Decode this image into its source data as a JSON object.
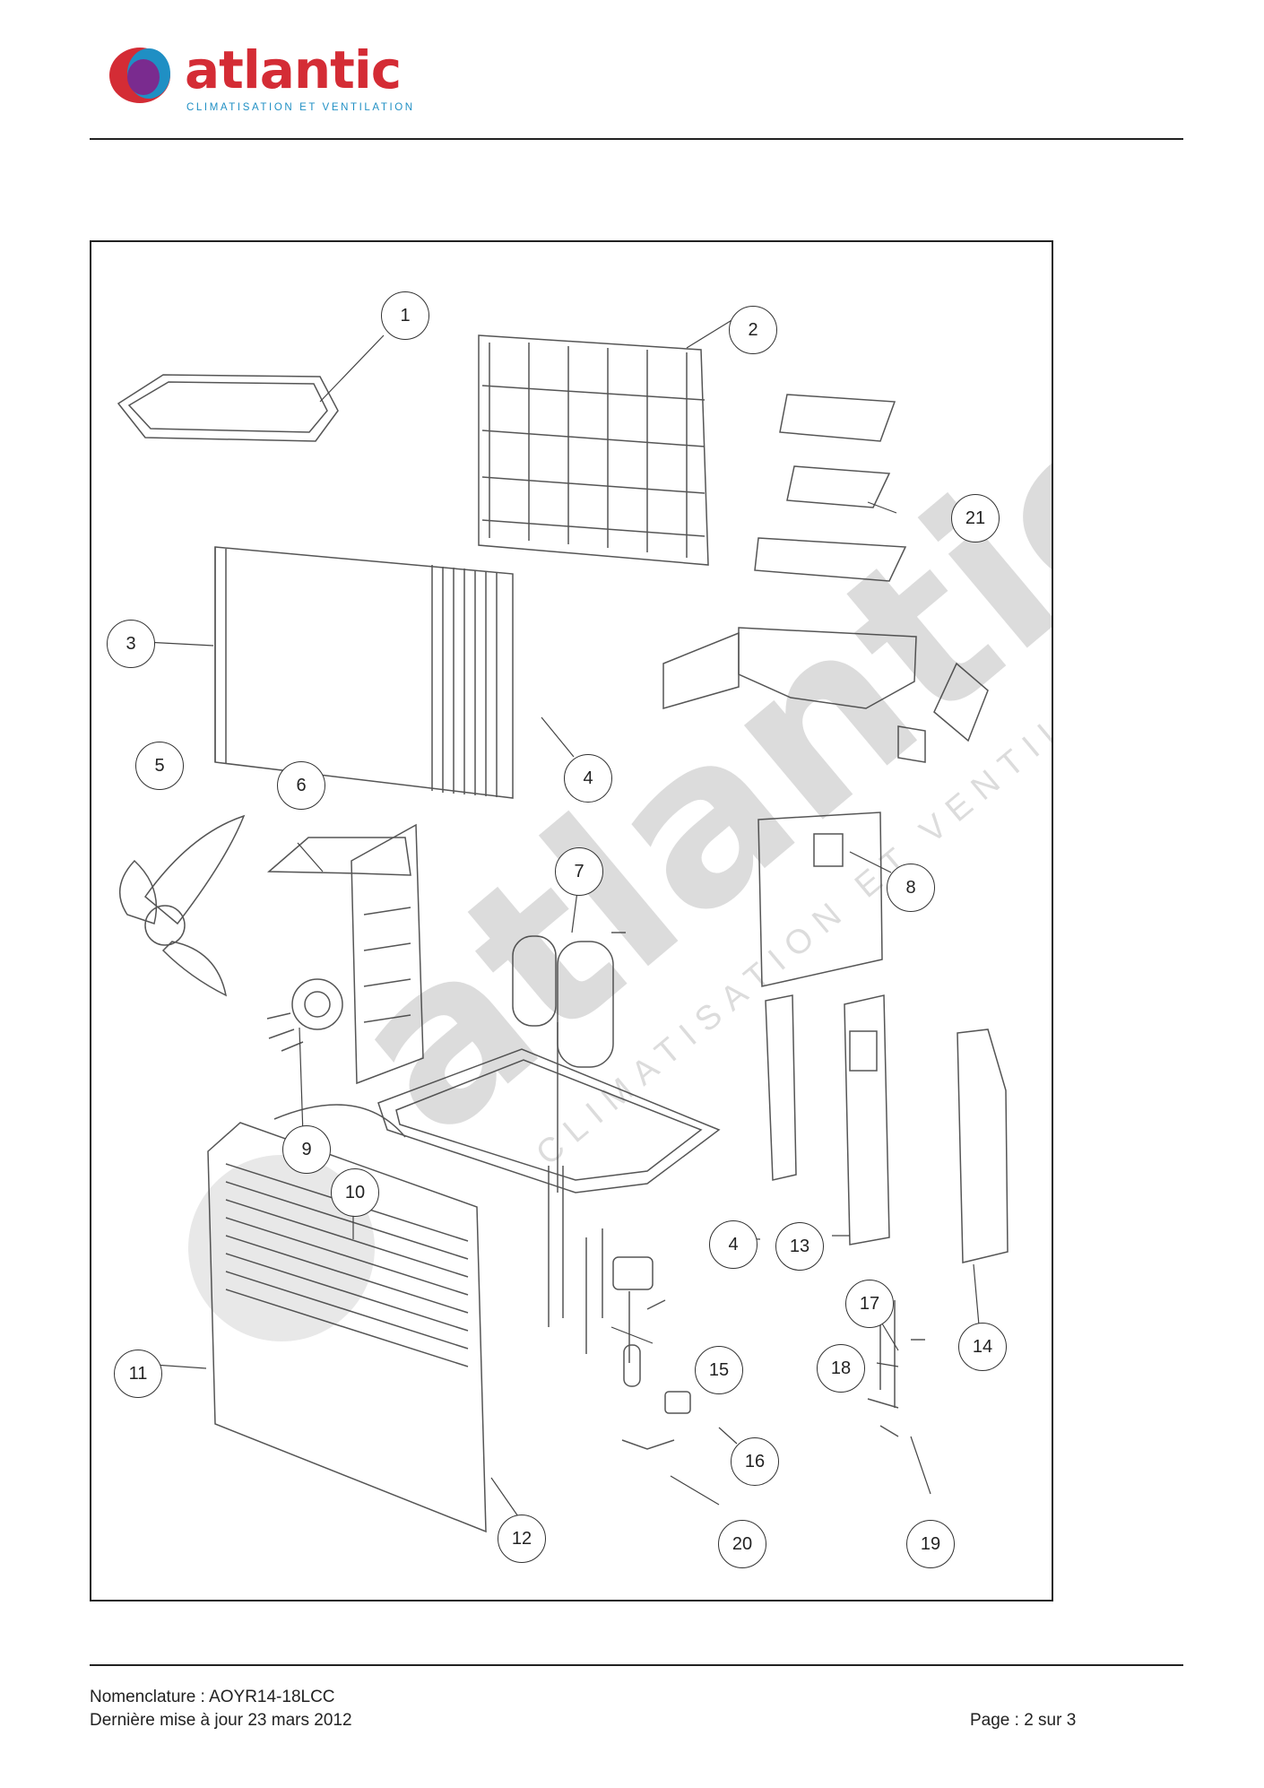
{
  "header": {
    "brand": "atlantic",
    "tagline": "CLIMATISATION ET VENTILATION"
  },
  "diagram": {
    "callouts": [
      "1",
      "2",
      "3",
      "4",
      "5",
      "6",
      "7",
      "8",
      "9",
      "10",
      "11",
      "12",
      "13",
      "4",
      "14",
      "15",
      "16",
      "17",
      "18",
      "19",
      "20",
      "21"
    ],
    "watermark": {
      "brand": "atlantic",
      "tagline": "CLIMATISATION ET VENTILATION"
    }
  },
  "footer": {
    "nomenclature": "Nomenclature : AOYR14-18LCC",
    "updated": "Dernière mise à jour 23 mars 2012",
    "page": "Page : 2 sur 3"
  },
  "colors": {
    "brand_red": "#d42c35",
    "brand_blue": "#1f8fc4",
    "logo_purple": "#7a2b8f"
  }
}
